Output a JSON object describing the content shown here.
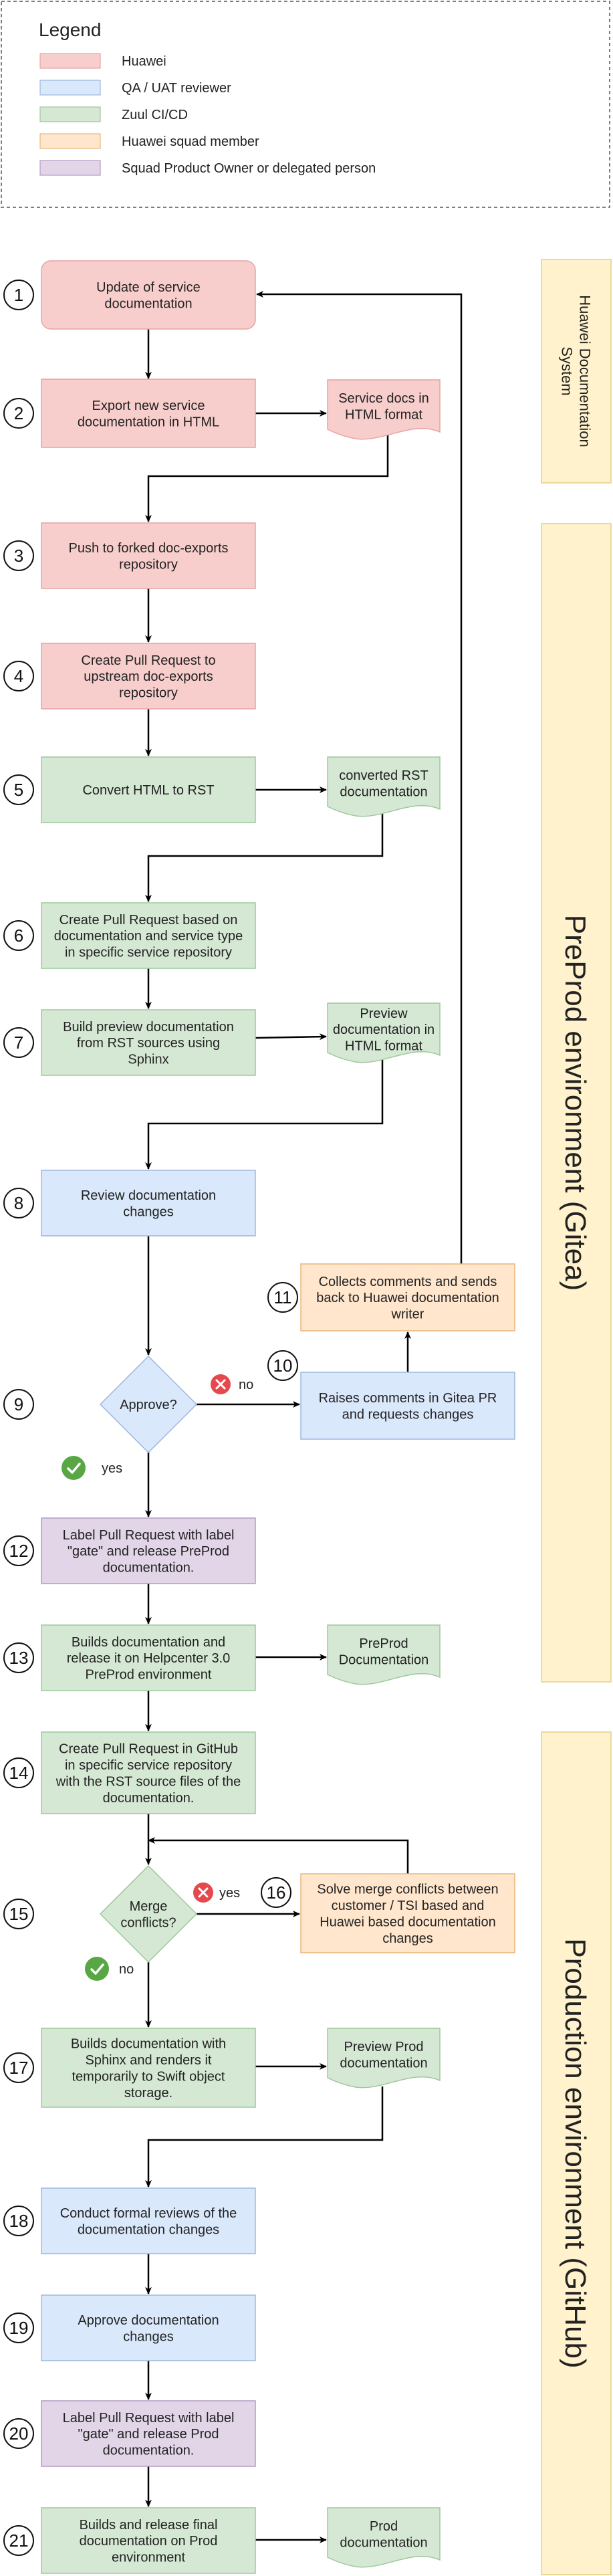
{
  "legend": {
    "title": "Legend",
    "items": [
      {
        "label": "Huawei",
        "color": "#f8cecc",
        "stroke": "#e6a3a1"
      },
      {
        "label": "QA / UAT reviewer",
        "color": "#dae8fc",
        "stroke": "#9fb7dd"
      },
      {
        "label": "Zuul CI/CD",
        "color": "#d5e8d4",
        "stroke": "#9ec89a"
      },
      {
        "label": "Huawei squad member",
        "color": "#ffe6cc",
        "stroke": "#e8b77a"
      },
      {
        "label": "Squad Product Owner or delegated person",
        "color": "#e1d5e7",
        "stroke": "#b39bc4"
      }
    ]
  },
  "swimlanes": [
    {
      "label": [
        "Huawei Documentation",
        "System"
      ],
      "font": 22
    },
    {
      "label": [
        "PreProd environment (Gitea)"
      ],
      "font": 44
    },
    {
      "label": [
        "Production environment (GitHub)"
      ],
      "font": 44
    }
  ],
  "steps": [
    {
      "n": "1",
      "kind": "huawei",
      "label": [
        "Update of service",
        "documentation"
      ]
    },
    {
      "n": "2",
      "kind": "huawei",
      "label": [
        "Export new service",
        "documentation in HTML"
      ]
    },
    {
      "n": "3",
      "kind": "huawei",
      "label": [
        "Push to forked doc-exports",
        "repository"
      ]
    },
    {
      "n": "4",
      "kind": "huawei",
      "label": [
        "Create Pull Request to",
        "upstream doc-exports",
        "repository"
      ]
    },
    {
      "n": "5",
      "kind": "zuul",
      "label": [
        "Convert HTML to RST"
      ]
    },
    {
      "n": "6",
      "kind": "zuul",
      "label": [
        "Create Pull Request based on",
        "documentation and service type",
        "in specific service repository"
      ]
    },
    {
      "n": "7",
      "kind": "zuul",
      "label": [
        "Build preview documentation",
        "from RST sources using",
        "Sphinx"
      ]
    },
    {
      "n": "8",
      "kind": "qa",
      "label": [
        "Review documentation",
        "changes"
      ]
    },
    {
      "n": "9",
      "kind": "qa",
      "label": [
        "Approve?"
      ]
    },
    {
      "n": "10",
      "kind": "qa",
      "label": [
        "Raises comments in Gitea PR",
        "and requests changes"
      ]
    },
    {
      "n": "11",
      "kind": "squad",
      "label": [
        "Collects comments and sends",
        "back to Huawei documentation",
        "writer"
      ]
    },
    {
      "n": "12",
      "kind": "po",
      "label": [
        "Label Pull Request with label",
        "\"gate\" and release PreProd",
        "documentation."
      ]
    },
    {
      "n": "13",
      "kind": "zuul",
      "label": [
        "Builds documentation and",
        "release it on Helpcenter 3.0",
        "PreProd environment"
      ]
    },
    {
      "n": "14",
      "kind": "zuul",
      "label": [
        "Create Pull Request in GitHub",
        "in specific service repository",
        "with the RST source files of the",
        "documentation."
      ]
    },
    {
      "n": "15",
      "kind": "zuul",
      "label": [
        "Merge",
        "conflicts?"
      ]
    },
    {
      "n": "16",
      "kind": "squad",
      "label": [
        "Solve merge conflicts between",
        "customer / TSI based and",
        "Huawei based documentation",
        "changes"
      ]
    },
    {
      "n": "17",
      "kind": "zuul",
      "label": [
        "Builds documentation with",
        "Sphinx and renders it",
        "temporarily to Swift object",
        "storage."
      ]
    },
    {
      "n": "18",
      "kind": "qa",
      "label": [
        "Conduct formal reviews of the",
        "documentation changes"
      ]
    },
    {
      "n": "19",
      "kind": "qa",
      "label": [
        "Approve documentation",
        "changes"
      ]
    },
    {
      "n": "20",
      "kind": "po",
      "label": [
        "Label Pull Request with label",
        "\"gate\" and release Prod",
        "documentation."
      ]
    },
    {
      "n": "21",
      "kind": "zuul",
      "label": [
        "Builds and release final",
        "documentation on Prod",
        "environment"
      ]
    }
  ],
  "documents": [
    {
      "id": "d2",
      "kind": "huawei",
      "label": [
        "Service docs in",
        "HTML format"
      ]
    },
    {
      "id": "d5",
      "kind": "zuul",
      "label": [
        "converted RST",
        "documentation"
      ]
    },
    {
      "id": "d7",
      "kind": "zuul",
      "label": [
        "Preview",
        "documentation in",
        "HTML format"
      ]
    },
    {
      "id": "d13",
      "kind": "zuul",
      "label": [
        "PreProd",
        "Documentation"
      ]
    },
    {
      "id": "d17",
      "kind": "zuul",
      "label": [
        "Preview Prod",
        "documentation"
      ]
    },
    {
      "id": "d21",
      "kind": "zuul",
      "label": [
        "Prod",
        "documentation"
      ]
    }
  ],
  "decisions": {
    "approve_no": "no",
    "approve_yes": "yes",
    "merge_yes": "yes",
    "merge_no": "no",
    "no_icon": "x-circle-icon",
    "yes_icon": "check-circle-icon"
  }
}
